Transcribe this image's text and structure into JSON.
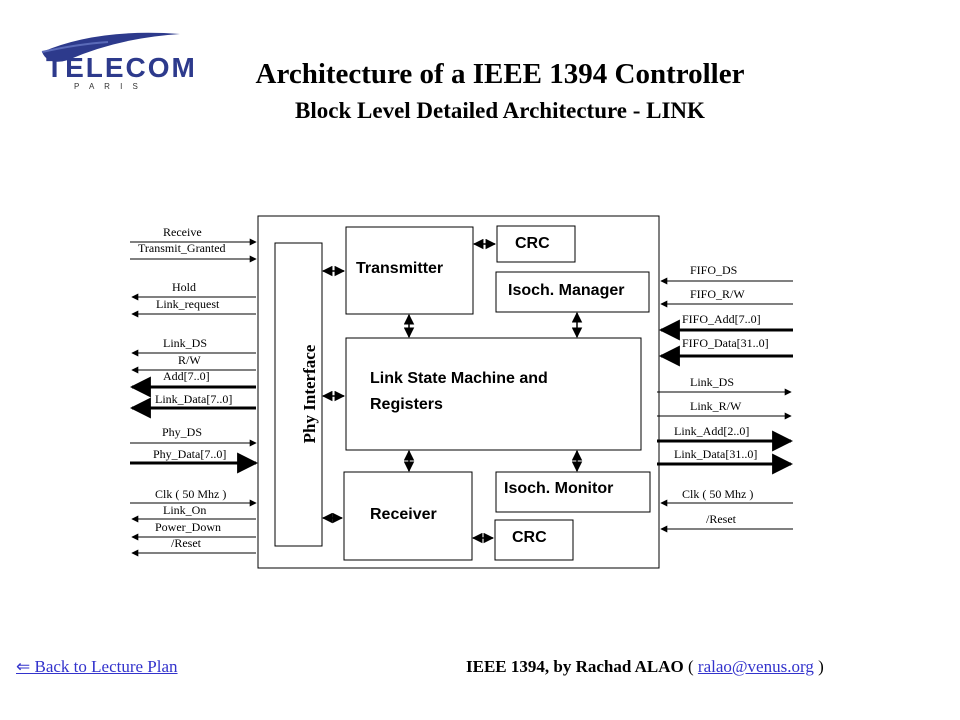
{
  "logo": {
    "text": "TELECOM",
    "subtext": "P A R I S"
  },
  "title": "Architecture of a IEEE 1394 Controller",
  "subtitle": "Block Level Detailed Architecture - LINK",
  "blocks": {
    "phy_interface": "Phy Interface",
    "transmitter": "Transmitter",
    "crc_top": "CRC",
    "isoch_manager": "Isoch. Manager",
    "link_sm_line1": "Link State Machine and",
    "link_sm_line2": "Registers",
    "receiver": "Receiver",
    "isoch_monitor": "Isoch. Monitor",
    "crc_bottom": "CRC"
  },
  "left_signals": [
    "Receive",
    "Transmit_Granted",
    "Hold",
    "Link_request",
    "Link_DS",
    "R/W",
    "Add[7..0]",
    "Link_Data[7..0]",
    "Phy_DS",
    "Phy_Data[7..0]",
    "Clk ( 50 Mhz )",
    "Link_On",
    "Power_Down",
    "/Reset"
  ],
  "right_signals": [
    "FIFO_DS",
    "FIFO_R/W",
    "FIFO_Add[7..0]",
    "FIFO_Data[31..0]",
    "Link_DS",
    "Link_R/W",
    "Link_Add[2..0]",
    "Link_Data[31..0]",
    "Clk ( 50 Mhz )",
    "/Reset"
  ],
  "footer": {
    "back_link": "⇐ Back to Lecture Plan",
    "credit": "IEEE 1394, by Rachad ALAO",
    "open_paren": "(",
    "email": "ralao@venus.org",
    "close_paren": ")"
  }
}
